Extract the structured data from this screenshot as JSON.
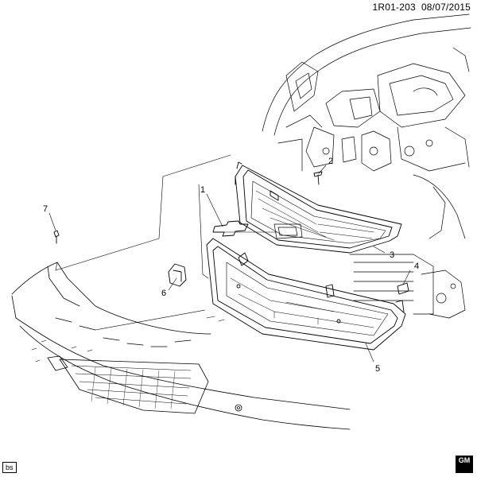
{
  "header": {
    "code": "1R01-203",
    "date": "08/07/2015"
  },
  "callouts": [
    {
      "number": "1"
    },
    {
      "number": "2"
    },
    {
      "number": "3"
    },
    {
      "number": "4"
    },
    {
      "number": "5"
    },
    {
      "number": "6"
    },
    {
      "number": "7"
    }
  ],
  "footer": {
    "tag": "bs",
    "logo_text": "GM"
  },
  "colors": {
    "line": "#000000",
    "background": "#ffffff"
  }
}
